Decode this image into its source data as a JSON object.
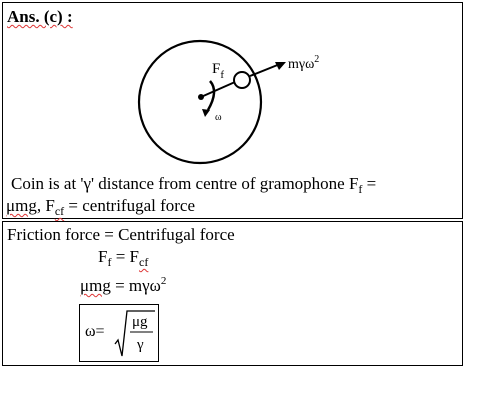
{
  "answer": {
    "label": "Ans. (c) :"
  },
  "diagram": {
    "force_label": "F",
    "force_sub": "f",
    "arrow_label": "mγω",
    "arrow_sup": "2",
    "omega_label": "ω"
  },
  "statement": {
    "line1_text": "Coin is at 'γ' distance from centre of gramophone F",
    "line1_sub": "f",
    "line1_end": " =",
    "line2_mu": "μmg",
    "line2_sep": ", F",
    "line2_sub": "cf",
    "line2_rest": " = centrifugal force"
  },
  "solution": {
    "line1": "Friction force = Centrifugal force",
    "line2_F": "F",
    "line2_sub1": "f",
    "line2_eq": " = F",
    "line2_sub2": "cf",
    "line3_lhs": "μmg",
    "line3_rhs": " = mγω",
    "line3_sup": "2",
    "formula_lhs": "ω=",
    "formula_num": "μg",
    "formula_den": "γ"
  }
}
